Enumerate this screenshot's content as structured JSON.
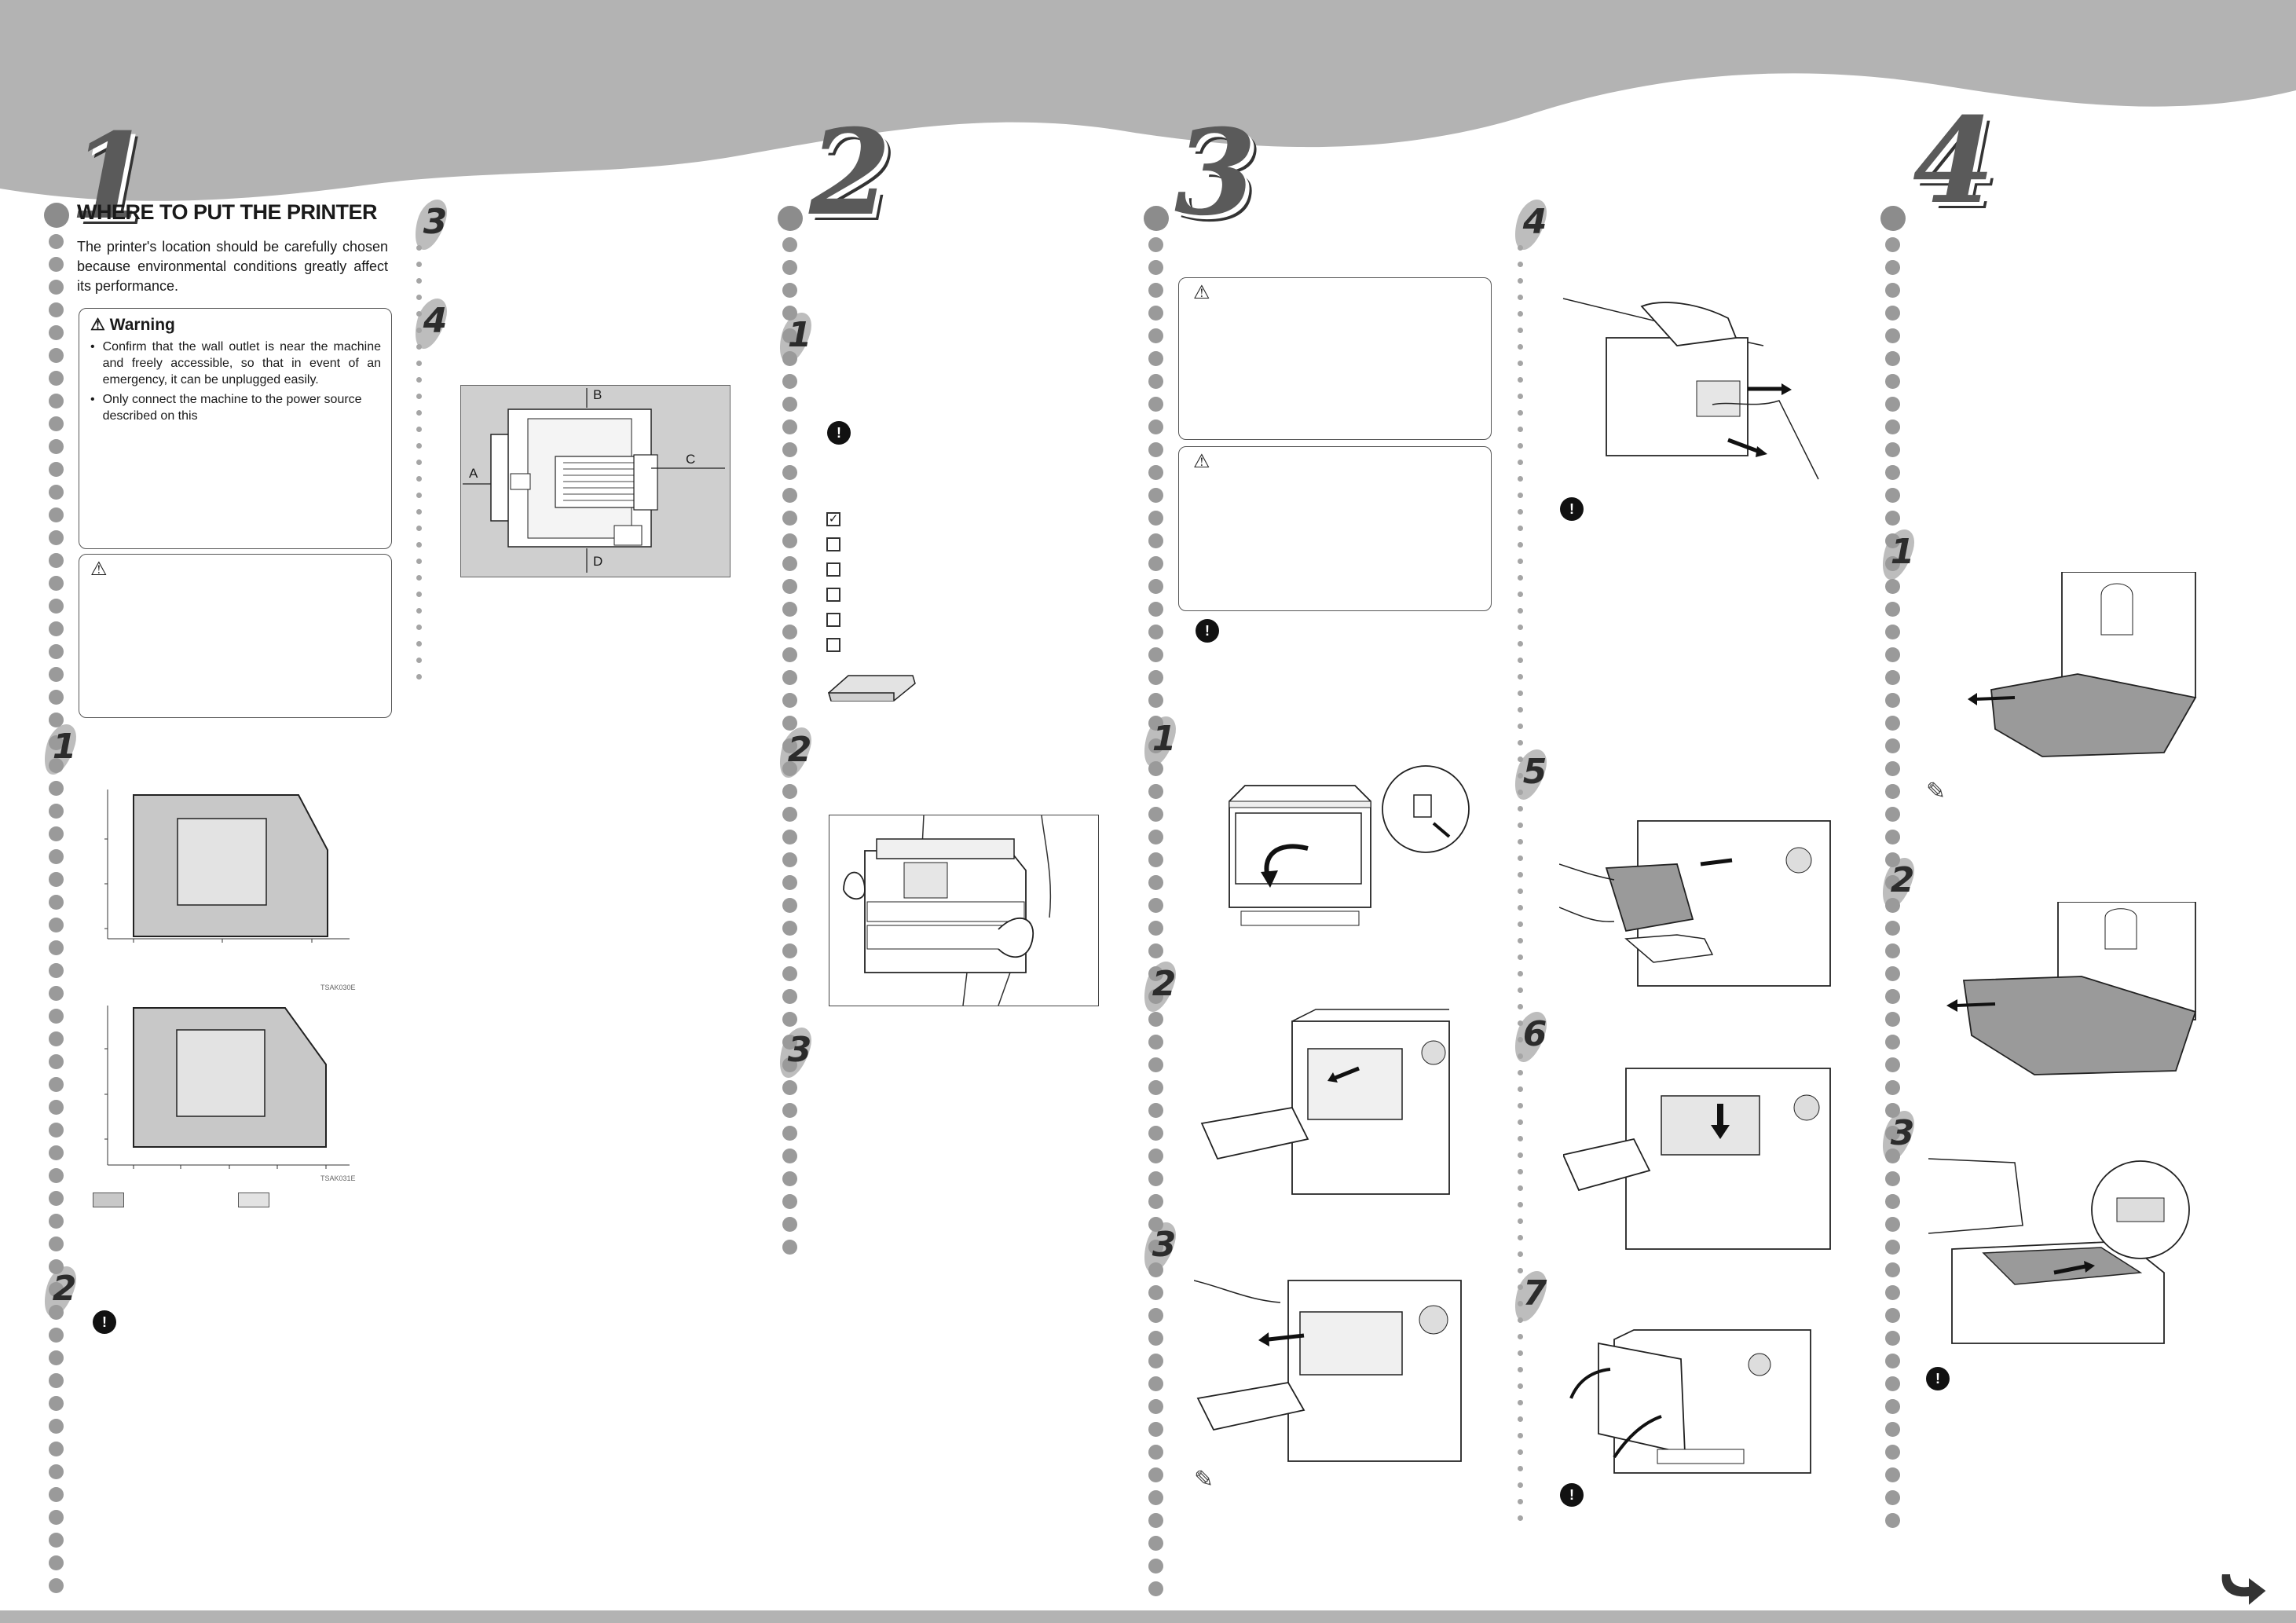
{
  "section1": {
    "number": "1",
    "title": "WHERE TO PUT THE PRINTER",
    "intro": "The printer's location should be carefully chosen because environmental conditions greatly affect its performance.",
    "warning": {
      "heading": "Warning",
      "items": [
        "Confirm that the wall outlet is near the machine and freely accessible, so that in event of an emergency, it can be unplugged easily.",
        "Only connect the machine to the power source described on this"
      ]
    },
    "chart_codes": [
      "TSAK030E",
      "TSAK031E"
    ],
    "layout_labels": [
      "A",
      "B",
      "C",
      "D"
    ]
  },
  "section_numbers": [
    "2",
    "3",
    "4"
  ],
  "steps": {
    "s1_a": "3",
    "s1_b": "4",
    "s1_c": "1",
    "s1_d": "2",
    "s2_a": "1",
    "s2_b": "2",
    "s2_c": "3",
    "s3_a": "1",
    "s3_b": "2",
    "s3_c": "3",
    "s3r_a": "4",
    "s3r_b": "5",
    "s3r_c": "6",
    "s3r_d": "7",
    "s4_a": "1",
    "s4_b": "2",
    "s4_c": "3"
  },
  "icons": {
    "note": "note-icon",
    "pencil": "pencil-icon",
    "warning": "warning-triangle-icon",
    "next": "next-page-arrow-icon"
  },
  "colors": {
    "header_gray": "#b3b3b3",
    "dot_gray": "#9a9a9a",
    "shade": "#c8c8c8"
  }
}
